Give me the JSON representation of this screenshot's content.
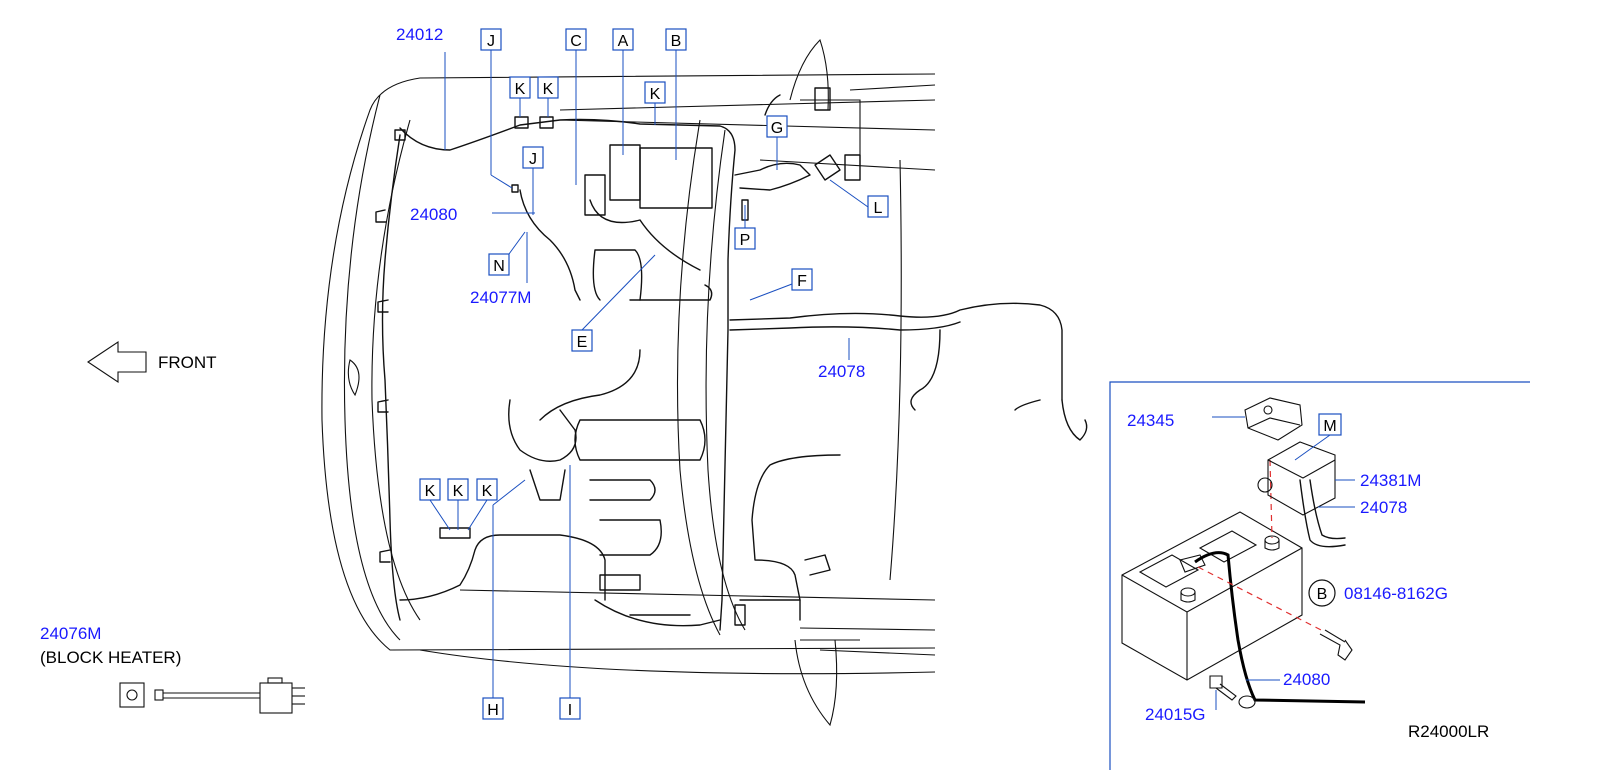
{
  "diagram_code": "R24000LR",
  "front_label": "FRONT",
  "part_numbers": {
    "p24012": "24012",
    "p24080_main": "24080",
    "p24077M": "24077M",
    "p24078_main": "24078",
    "p24076M": "24076M",
    "block_heater": "(BLOCK   HEATER)",
    "p24345": "24345",
    "p24381M": "24381M",
    "p24078_inset": "24078",
    "p08146": "08146-8162G",
    "p24080_inset": "24080",
    "p24015G": "24015G"
  },
  "callouts": {
    "A": "A",
    "B": "B",
    "C": "C",
    "E": "E",
    "F": "F",
    "G": "G",
    "H": "H",
    "I": "I",
    "J": "J",
    "K": "K",
    "L": "L",
    "M": "M",
    "N": "N",
    "P": "P"
  },
  "colors": {
    "part_number": "#1a1aff",
    "leader": "#1a4fc0",
    "line": "#111111",
    "dash": "#e03030"
  }
}
